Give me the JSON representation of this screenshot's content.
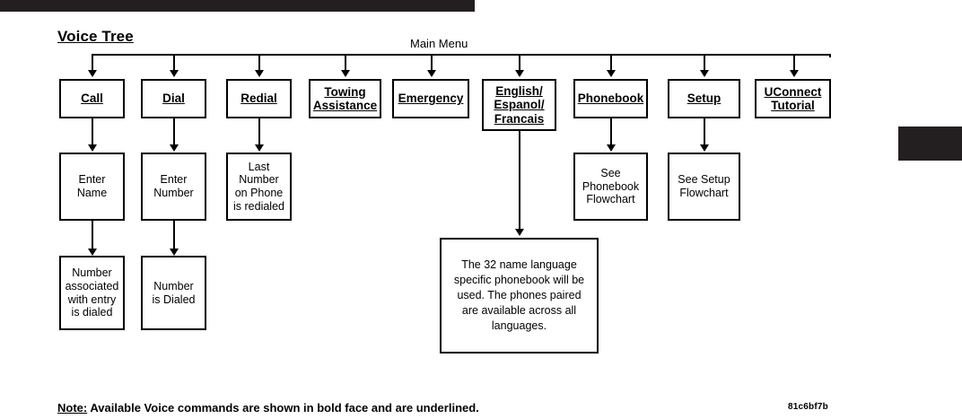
{
  "document": {
    "title": "Voice Tree",
    "main_menu_label": "Main Menu",
    "note_lead": "Note:",
    "note_text": " Available Voice commands are shown in bold face and are underlined.",
    "page_code": "81c6bf7b"
  },
  "chart_data": {
    "type": "diagram",
    "title": "Voice Tree",
    "root_label": "Main Menu",
    "nodes": [
      {
        "id": "call",
        "label": "Call",
        "style": "command"
      },
      {
        "id": "dial",
        "label": "Dial",
        "style": "command"
      },
      {
        "id": "redial",
        "label": "Redial",
        "style": "command"
      },
      {
        "id": "towing",
        "label": "Towing\nAssistance",
        "style": "command"
      },
      {
        "id": "emergency",
        "label": "Emergency",
        "style": "command"
      },
      {
        "id": "language",
        "label": "English/\nEspanol/\nFrancais",
        "style": "command"
      },
      {
        "id": "phonebook",
        "label": "Phonebook",
        "style": "command"
      },
      {
        "id": "setup",
        "label": "Setup",
        "style": "command"
      },
      {
        "id": "uconnect",
        "label": "UConnect\nTutorial",
        "style": "command"
      },
      {
        "id": "enter-name",
        "label": "Enter\nName",
        "style": "plain"
      },
      {
        "id": "enter-number",
        "label": "Enter\nNumber",
        "style": "plain"
      },
      {
        "id": "last-number",
        "label": "Last\nNumber\non Phone\nis redialed",
        "style": "plain"
      },
      {
        "id": "number-assoc",
        "label": "Number\nassociated\nwith entry\nis dialed",
        "style": "plain"
      },
      {
        "id": "number-dialed",
        "label": "Number\nis Dialed",
        "style": "plain"
      },
      {
        "id": "see-phonebook",
        "label": "See\nPhonebook\nFlowchart",
        "style": "plain"
      },
      {
        "id": "see-setup",
        "label": "See Setup\nFlowchart",
        "style": "plain"
      },
      {
        "id": "lang-note",
        "label": "The 32 name language specific phonebook will be used. The phones paired are available across all languages.",
        "style": "note"
      }
    ],
    "edges": [
      {
        "from": "main-menu",
        "to": "call"
      },
      {
        "from": "main-menu",
        "to": "dial"
      },
      {
        "from": "main-menu",
        "to": "redial"
      },
      {
        "from": "main-menu",
        "to": "towing"
      },
      {
        "from": "main-menu",
        "to": "emergency"
      },
      {
        "from": "main-menu",
        "to": "language"
      },
      {
        "from": "main-menu",
        "to": "phonebook"
      },
      {
        "from": "main-menu",
        "to": "setup"
      },
      {
        "from": "main-menu",
        "to": "uconnect"
      },
      {
        "from": "call",
        "to": "enter-name"
      },
      {
        "from": "enter-name",
        "to": "number-assoc"
      },
      {
        "from": "dial",
        "to": "enter-number"
      },
      {
        "from": "enter-number",
        "to": "number-dialed"
      },
      {
        "from": "redial",
        "to": "last-number"
      },
      {
        "from": "language",
        "to": "lang-note"
      },
      {
        "from": "phonebook",
        "to": "see-phonebook"
      },
      {
        "from": "setup",
        "to": "see-setup"
      }
    ]
  },
  "boxes": {
    "call": {
      "line1": "Call"
    },
    "dial": {
      "line1": "Dial"
    },
    "redial": {
      "line1": "Redial"
    },
    "towing": {
      "line1": "Towing",
      "line2": "Assistance"
    },
    "emergency": {
      "line1": "Emergency"
    },
    "language": {
      "line1": "English/",
      "line2": "Espanol/",
      "line3": "Francais"
    },
    "phonebook": {
      "line1": "Phonebook"
    },
    "setup": {
      "line1": "Setup"
    },
    "uconnect": {
      "line1": "UConnect",
      "line2": "Tutorial"
    },
    "enter_name": {
      "line1": "Enter",
      "line2": "Name"
    },
    "enter_number": {
      "line1": "Enter",
      "line2": "Number"
    },
    "last_number": {
      "line1": "Last",
      "line2": "Number",
      "line3": "on Phone",
      "line4": "is redialed"
    },
    "number_assoc": {
      "line1": "Number",
      "line2": "associated",
      "line3": "with entry",
      "line4": "is dialed"
    },
    "number_dialed": {
      "line1": "Number",
      "line2": "is Dialed"
    },
    "see_phonebook": {
      "line1": "See",
      "line2": "Phonebook",
      "line3": "Flowchart"
    },
    "see_setup": {
      "line1": "See Setup",
      "line2": "Flowchart"
    },
    "lang_note": {
      "text": "The 32 name language specific phonebook will be used. The phones paired are available across all languages."
    }
  },
  "colors": {
    "ink": "#000000",
    "bar": "#231f20",
    "paper": "#ffffff"
  }
}
